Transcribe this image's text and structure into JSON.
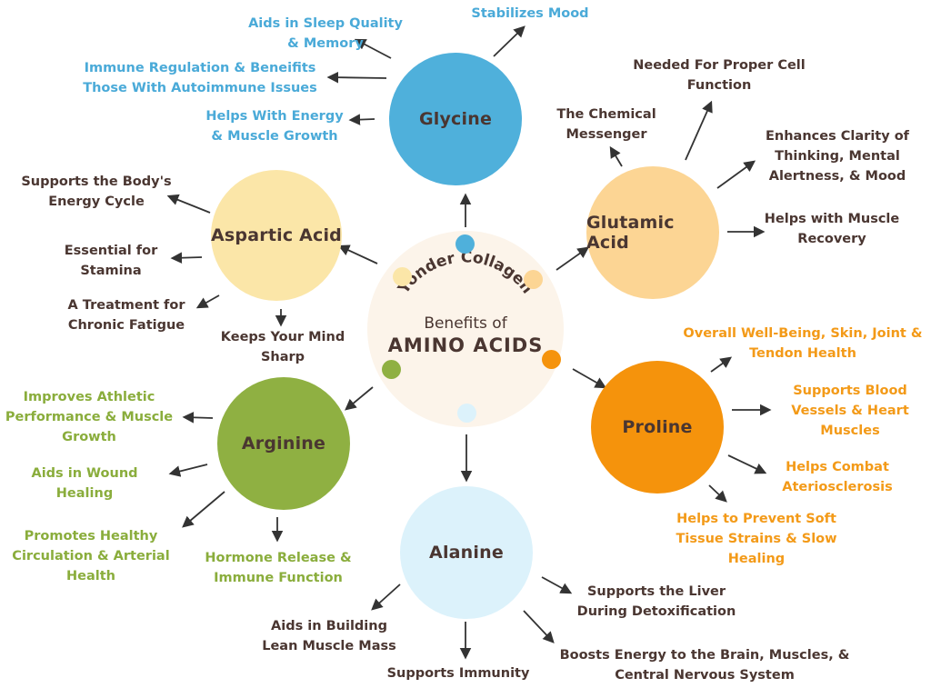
{
  "center": {
    "brand": "Yonder Collagen",
    "subtitle": "Benefits of",
    "title": "AMINO ACIDS"
  },
  "colors": {
    "glycine": "#4fb0db",
    "aspartic": "#fbe6a8",
    "glutamic": "#fcd594",
    "arginine": "#8fb042",
    "proline": "#f5930c",
    "alanine": "#dcf2fb",
    "center_bg": "#fcf4ea",
    "text_dark": "#4a3631",
    "arrow": "#333333"
  },
  "nodes": [
    {
      "id": "glycine",
      "name": "Glycine",
      "benefits": [
        "Aids in Sleep Quality\n& Memory",
        "Stabilizes Mood",
        "Immune Regulation & Beneifits\nThose With Autoimmune Issues",
        "Helps With Energy\n& Muscle Growth"
      ]
    },
    {
      "id": "glutamic",
      "name": "Glutamic Acid",
      "benefits": [
        "The Chemical\nMessenger",
        "Needed For Proper Cell\nFunction",
        "Enhances Clarity of\nThinking, Mental\nAlertness, & Mood",
        "Helps with Muscle\nRecovery"
      ]
    },
    {
      "id": "aspartic",
      "name": "Aspartic Acid",
      "benefits": [
        "Supports the Body's\nEnergy Cycle",
        "Essential for\nStamina",
        "A Treatment for\nChronic Fatigue",
        "Keeps Your Mind\nSharp"
      ]
    },
    {
      "id": "proline",
      "name": "Proline",
      "benefits": [
        "Overall Well-Being, Skin, Joint &\nTendon Health",
        "Supports Blood\nVessels & Heart\nMuscles",
        "Helps Combat\nAteriosclerosis",
        "Helps to Prevent Soft\nTissue Strains & Slow\nHealing"
      ]
    },
    {
      "id": "arginine",
      "name": "Arginine",
      "benefits": [
        "Improves Athletic\nPerformance & Muscle\nGrowth",
        "Aids in Wound\nHealing",
        "Promotes Healthy\nCirculation & Arterial\nHealth",
        "Hormone Release &\nImmune Function"
      ]
    },
    {
      "id": "alanine",
      "name": "Alanine",
      "benefits": [
        "Aids in Building\nLean Muscle Mass",
        "Supports Immunity",
        "Supports the Liver\nDuring Detoxification",
        "Boosts Energy to the Brain, Muscles, &\nCentral Nervous System"
      ]
    }
  ]
}
